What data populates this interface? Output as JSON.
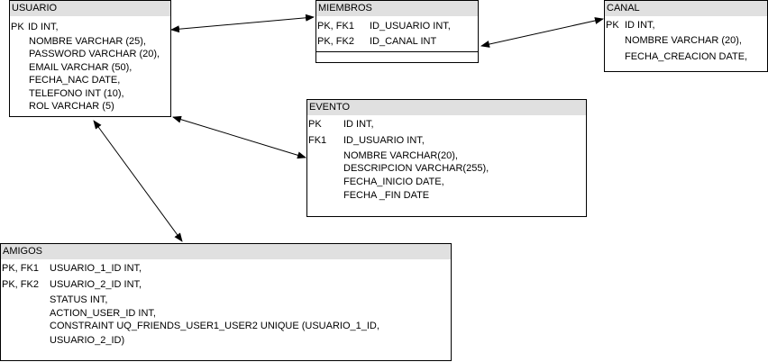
{
  "tables": {
    "usuario": {
      "name": "USUARIO",
      "key_rows": [
        {
          "key": "PK",
          "field": "ID INT,"
        }
      ],
      "fields": [
        "NOMBRE VARCHAR (25),",
        "PASSWORD VARCHAR (20),",
        "EMAIL VARCHAR (50),",
        "FECHA_NAC DATE,",
        "TELEFONO INT (10),",
        "ROL VARCHAR (5)"
      ]
    },
    "miembros": {
      "name": "MIEMBROS",
      "key_rows": [
        {
          "key": "PK, FK1",
          "field": "ID_USUARIO INT,"
        },
        {
          "key": "PK, FK2",
          "field": "ID_CANAL INT"
        }
      ],
      "fields": []
    },
    "canal": {
      "name": "CANAL",
      "key_rows": [
        {
          "key": "PK",
          "field": "ID INT,"
        }
      ],
      "fields": [
        "NOMBRE VARCHAR (20),",
        "FECHA_CREACION DATE,"
      ]
    },
    "evento": {
      "name": "EVENTO",
      "key_rows": [
        {
          "key": "PK",
          "field": "ID INT,"
        },
        {
          "key": "FK1",
          "field": "ID_USUARIO INT,"
        }
      ],
      "fields": [
        "NOMBRE VARCHAR(20),",
        "DESCRIPCION VARCHAR(255),",
        "FECHA_INICIO DATE,",
        "FECHA _FIN DATE"
      ]
    },
    "amigos": {
      "name": "AMIGOS",
      "key_rows": [
        {
          "key": "PK, FK1",
          "field": "USUARIO_1_ID INT,"
        },
        {
          "key": "PK, FK2",
          "field": "USUARIO_2_ID INT,"
        }
      ],
      "fields": [
        "STATUS INT,",
        "ACTION_USER_ID INT,",
        "CONSTRAINT UQ_FRIENDS_USER1_USER2 UNIQUE (USUARIO_1_ID,",
        "USUARIO_2_ID)"
      ]
    }
  }
}
